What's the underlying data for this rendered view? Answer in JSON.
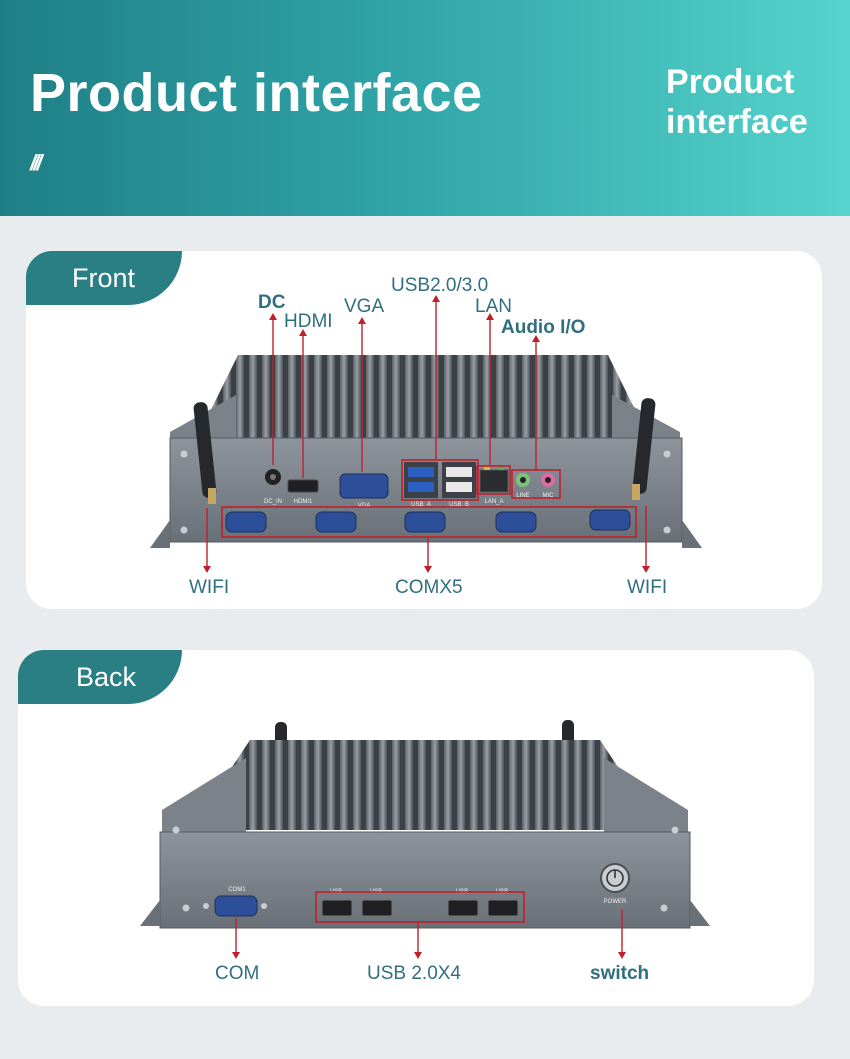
{
  "banner": {
    "title": "Product interface",
    "slashes": "///",
    "side_title": "Product interface"
  },
  "front": {
    "tab_label": "Front",
    "labels": {
      "dc": "DC",
      "hdmi": "HDMI",
      "vga": "VGA",
      "usb": "USB2.0/3.0",
      "lan": "LAN",
      "audio": "Audio I/O",
      "wifi_left": "WIFI",
      "com": "COMX5",
      "wifi_right": "WIFI"
    },
    "port_marks": {
      "dc_in": "DC_IN",
      "hdmi1": "HDMI1",
      "vga": "VGA",
      "usb_a": "USB_A",
      "usb_b": "USB_B",
      "lan_a": "LAN_A",
      "line": "LINE",
      "mic": "MIC"
    }
  },
  "back": {
    "tab_label": "Back",
    "labels": {
      "com": "COM",
      "usb": "USB 2.0X4",
      "switch": "switch"
    },
    "port_marks": {
      "com1": "COM1",
      "usb": "USB",
      "power": "POWER"
    }
  },
  "colors": {
    "accent": "#2a7f84",
    "label": "#2f6f7f",
    "callout": "#c0202a"
  }
}
